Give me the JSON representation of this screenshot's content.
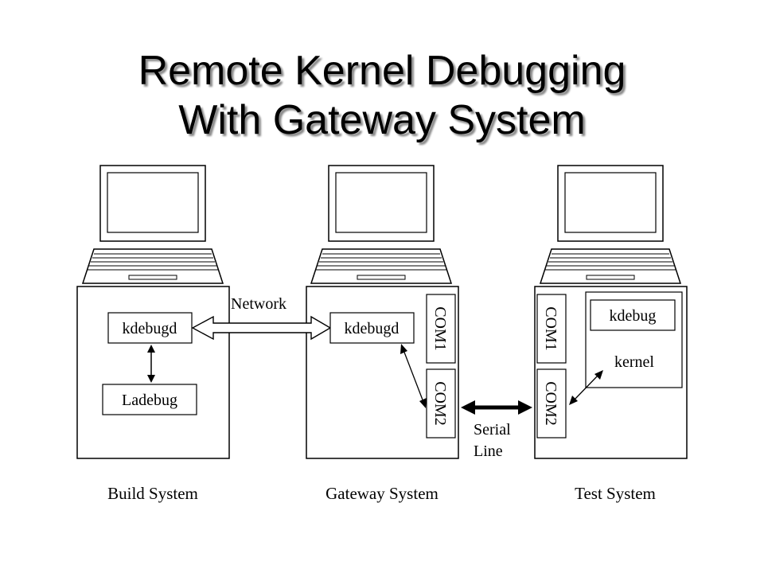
{
  "title": {
    "line1": "Remote Kernel Debugging",
    "line2": "With Gateway System"
  },
  "systems": {
    "build": {
      "caption": "Build System",
      "process_top": "kdebugd",
      "process_bottom": "Ladebug"
    },
    "gateway": {
      "caption": "Gateway System",
      "process": "kdebugd",
      "port_top": "COM1",
      "port_bottom": "COM2"
    },
    "test": {
      "caption": "Test System",
      "port_top": "COM1",
      "port_bottom": "COM2",
      "process": "kdebug",
      "kernel_label": "kernel"
    }
  },
  "links": {
    "network": "Network",
    "serial_line1": "Serial",
    "serial_line2": "Line"
  },
  "colors": {
    "ink": "#000000",
    "background": "#ffffff",
    "title_shadow": "#8a8a8a"
  },
  "icons": {
    "computer": "laptop-icon"
  }
}
